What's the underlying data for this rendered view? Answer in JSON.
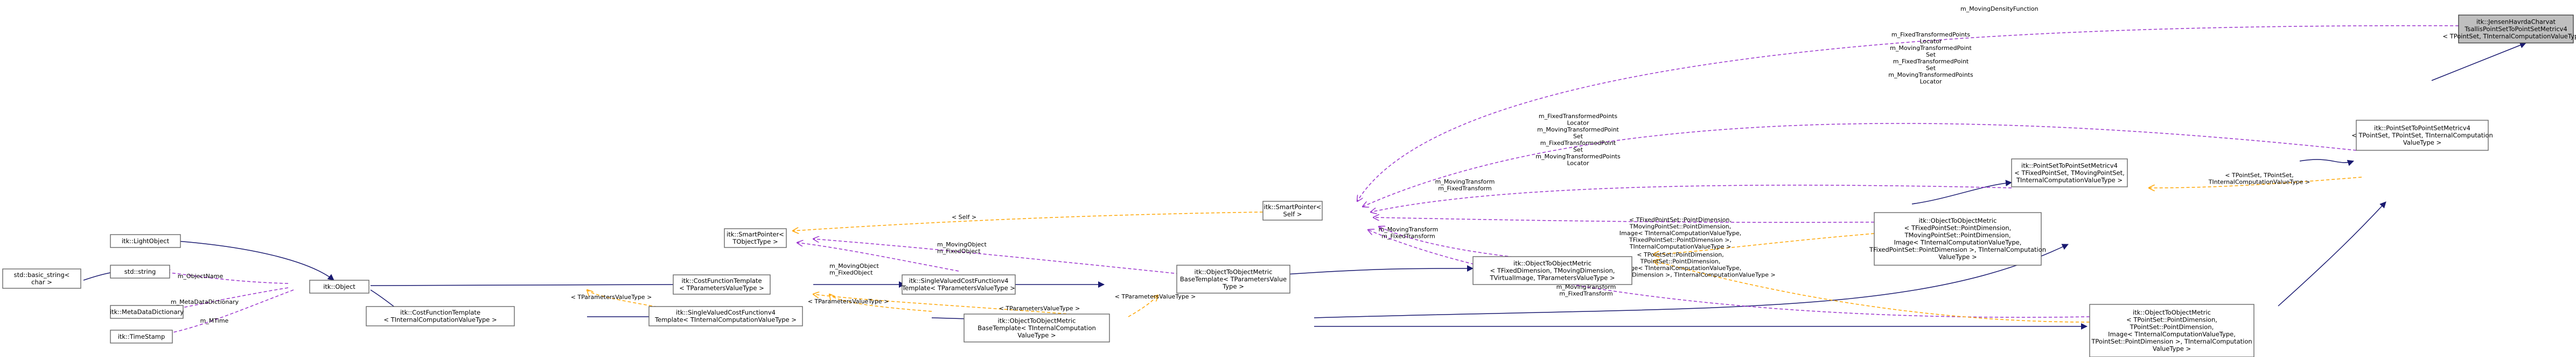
{
  "colors": {
    "inherit": "#191970",
    "use": "#9a32cd",
    "template": "#ffa500",
    "current_fill": "#bfbfbf",
    "node_border": "#666666"
  },
  "nodes": [
    {
      "id": "jhct",
      "current": true,
      "lines": [
        "itk::JensenHavrdaCharvat",
        "TsallisPointSetToPointSetMetricv4",
        "< TPointSet, TInternalComputationValueType >"
      ]
    },
    {
      "id": "pstpsm",
      "lines": [
        "itk::PointSetToPointSetMetricv4",
        "< TPointSet, TPointSet, TInternalComputation",
        "ValueType >"
      ]
    },
    {
      "id": "pstpsm_full",
      "lines": [
        "itk::PointSetToPointSetMetricv4",
        "< TFixedPointSet, TMovingPointSet,",
        "TInternalComputationValueType >"
      ]
    },
    {
      "id": "smart_self",
      "lines": [
        "itk::SmartPointer<",
        "Self >"
      ]
    },
    {
      "id": "smart_tobj",
      "lines": [
        "itk::SmartPointer<",
        "TObjectType >"
      ]
    },
    {
      "id": "otom_big",
      "lines": [
        "itk::ObjectToObjectMetric",
        "< TFixedPointSet::PointDimension,",
        "TMovingPointSet::PointDimension,",
        "Image< TInternalComputationValueType,",
        "TFixedPointSet::PointDimension >, TInternalComputation",
        "ValueType >"
      ]
    },
    {
      "id": "otom_bot",
      "lines": [
        "itk::ObjectToObjectMetric",
        "< TPointSet::PointDimension,",
        "TPointSet::PointDimension,",
        "Image< TInternalComputationValueType,",
        "TPointSet::PointDimension >, TInternalComputation",
        "ValueType >"
      ]
    },
    {
      "id": "otom_tmpl",
      "lines": [
        "itk::ObjectToObjectMetric",
        "< TFixedDimension, TMovingDimension,",
        "TVirtualImage, TParametersValueType >"
      ]
    },
    {
      "id": "otomb_tmpl",
      "lines": [
        "itk::ObjectToObjectMetric",
        "BaseTemplate< TParametersValue",
        "Type >"
      ]
    },
    {
      "id": "otomb",
      "lines": [
        "itk::ObjectToObjectMetric",
        "BaseTemplate< TInternalComputation",
        "ValueType >"
      ]
    },
    {
      "id": "svcf4_tmpl",
      "lines": [
        "itk::SingleValuedCostFunctionv4",
        "Template< TParametersValueType >"
      ]
    },
    {
      "id": "svcf4",
      "lines": [
        "itk::SingleValuedCostFunctionv4",
        "Template< TInternalComputationValueType >"
      ]
    },
    {
      "id": "cft_tmpl",
      "lines": [
        "itk::CostFunctionTemplate",
        "< TParametersValueType >"
      ]
    },
    {
      "id": "cft",
      "lines": [
        "itk::CostFunctionTemplate",
        "< TInternalComputationValueType >"
      ]
    },
    {
      "id": "object",
      "lines": [
        "itk::Object"
      ]
    },
    {
      "id": "lightobject",
      "lines": [
        "itk::LightObject"
      ]
    },
    {
      "id": "stdstring",
      "lines": [
        "std::string"
      ]
    },
    {
      "id": "basicstring",
      "lines": [
        "std::basic_string<",
        "char >"
      ]
    },
    {
      "id": "metadict",
      "lines": [
        "itk::MetaDataDictionary"
      ]
    },
    {
      "id": "timestamp",
      "lines": [
        "itk::TimeStamp"
      ]
    }
  ],
  "edge_labels": [
    {
      "id": "l_mmdf",
      "lines": [
        "m_MovingDensityFunction"
      ]
    },
    {
      "id": "l_top",
      "lines": [
        "m_FixedTransformedPoints",
        "Locator",
        "m_MovingTransformedPoint",
        "Set",
        "m_FixedTransformedPoint",
        "Set",
        "m_MovingTransformedPoints",
        "Locator"
      ]
    },
    {
      "id": "l_mid",
      "lines": [
        "m_FixedTransformedPoints",
        "Locator",
        "m_MovingTransformedPoint",
        "Set",
        "m_FixedTransformedPoint",
        "Set",
        "m_MovingTransformedPoints",
        "Locator"
      ]
    },
    {
      "id": "l_tps",
      "lines": [
        "< TPointSet, TPointSet,",
        "TInternalComputationValueType >"
      ]
    },
    {
      "id": "l_tfix",
      "lines": [
        "< TFixedPointSet::PointDimension,",
        "TMovingPointSet::PointDimension,",
        "Image< TInternalComputationValueType,",
        "TFixedPointSet::PointDimension >,",
        "TInternalComputationValueType >"
      ]
    },
    {
      "id": "l_tps2",
      "lines": [
        "< TPointSet::PointDimension,",
        "TPointSet::PointDimension,",
        "Image< TInternalComputationValueType,",
        "TPointSet::PointDimension >, TInternalComputationValueType >"
      ]
    },
    {
      "id": "l_mt1",
      "lines": [
        "m_MovingTransform",
        "m_FixedTransform"
      ]
    },
    {
      "id": "l_mt2",
      "lines": [
        "m_MovingTransform",
        "m_FixedTransform"
      ]
    },
    {
      "id": "l_mt3",
      "lines": [
        "m_MovingTransform",
        "m_FixedTransform"
      ]
    },
    {
      "id": "l_self",
      "lines": [
        "< Self >"
      ]
    },
    {
      "id": "l_mo",
      "lines": [
        "m_MovingObject",
        "m_FixedObject"
      ]
    },
    {
      "id": "l_mo2",
      "lines": [
        "m_MovingObject",
        "m_FixedObject"
      ]
    },
    {
      "id": "l_tpvt1",
      "lines": [
        "< TParametersValueType >"
      ]
    },
    {
      "id": "l_tpvt2",
      "lines": [
        "< TParametersValueType >"
      ]
    },
    {
      "id": "l_tpvt3",
      "lines": [
        "< TParametersValueType >"
      ]
    },
    {
      "id": "l_tpvt4",
      "lines": [
        "< TParametersValueType >"
      ]
    },
    {
      "id": "l_objname",
      "lines": [
        "m_ObjectName"
      ]
    },
    {
      "id": "l_metadict",
      "lines": [
        "m_MetaDataDictionary"
      ]
    },
    {
      "id": "l_mtime",
      "lines": [
        "m_MTime"
      ]
    }
  ]
}
